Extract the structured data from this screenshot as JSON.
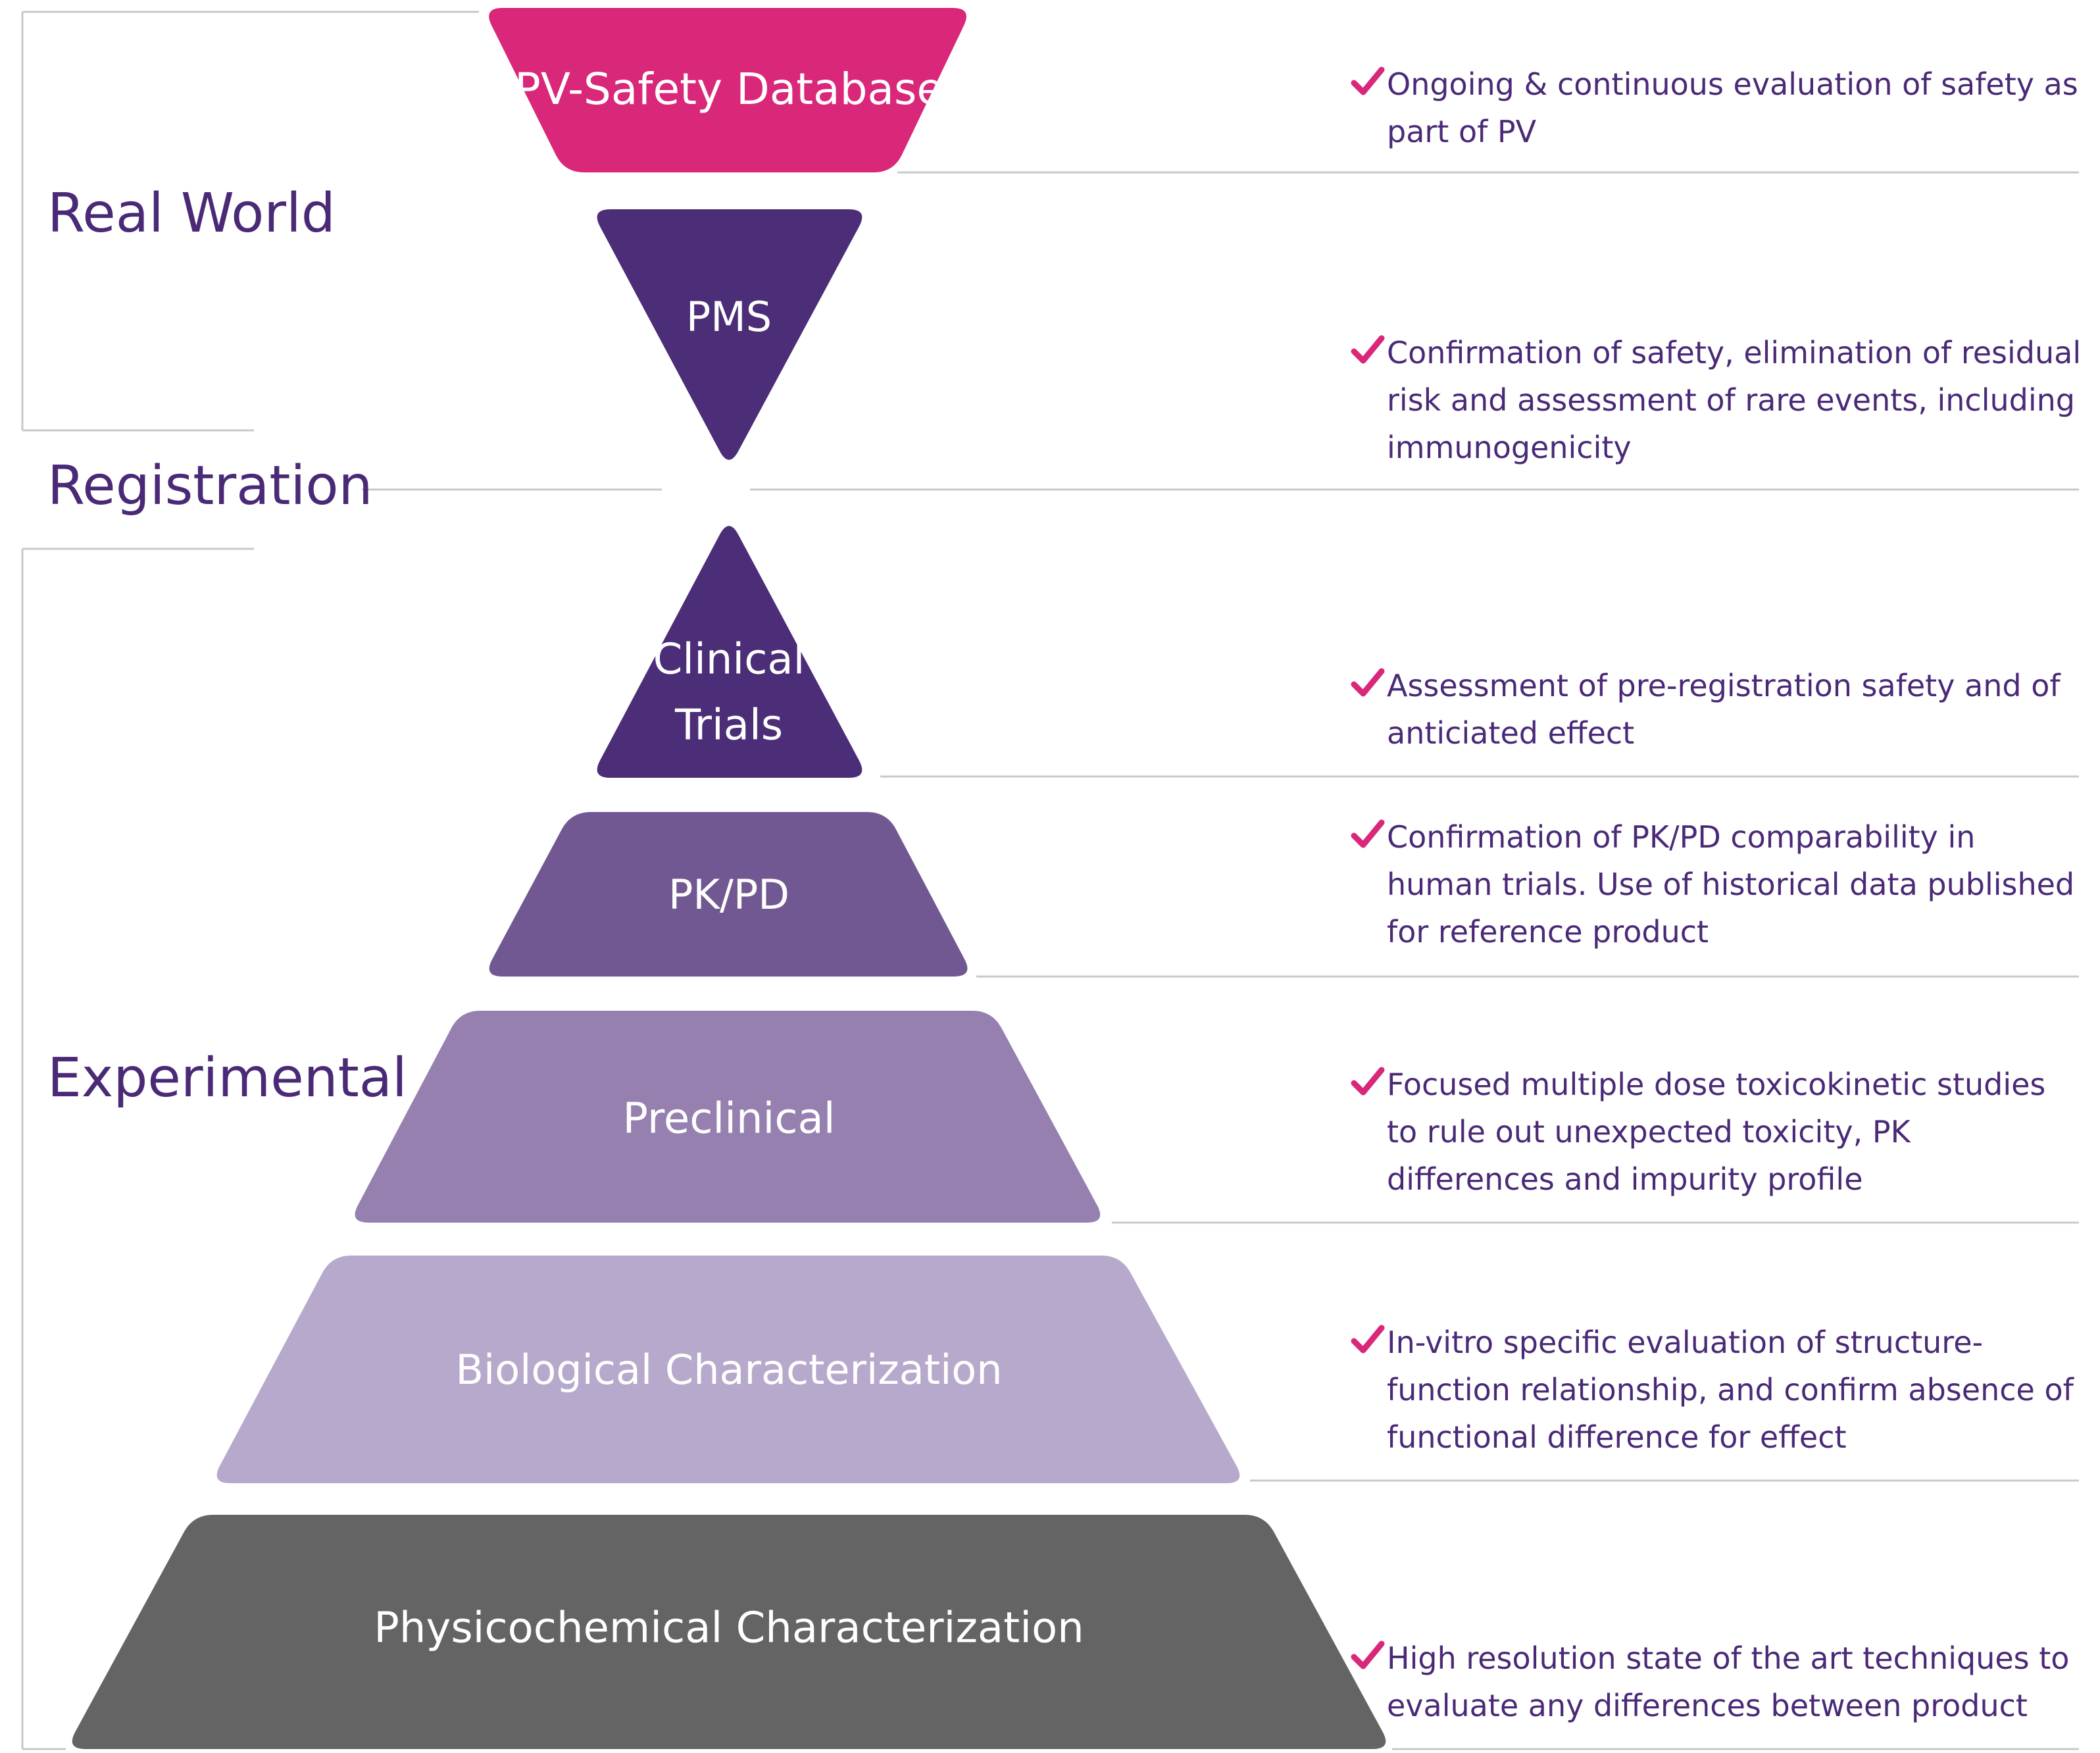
{
  "groups": {
    "real_world": "Real World",
    "registration": "Registration",
    "experimental": "Experimental"
  },
  "tiers": [
    {
      "key": "pv",
      "label_lines": [
        "PV-Safety Database"
      ],
      "color": "#d9277a",
      "shape": "inverted-trapezoid"
    },
    {
      "key": "pms",
      "label_lines": [
        "PMS"
      ],
      "color": "#4b2d78",
      "shape": "inverted-triangle"
    },
    {
      "key": "clinical",
      "label_lines": [
        "Clinical",
        "Trials"
      ],
      "color": "#4b2d78",
      "shape": "triangle"
    },
    {
      "key": "pkpd",
      "label_lines": [
        "PK/PD"
      ],
      "color": "#715893",
      "shape": "trapezoid"
    },
    {
      "key": "preclinical",
      "label_lines": [
        "Preclinical"
      ],
      "color": "#9580b0",
      "shape": "trapezoid"
    },
    {
      "key": "biological",
      "label_lines": [
        "Biological Characterization"
      ],
      "color": "#b6a9cb",
      "shape": "trapezoid"
    },
    {
      "key": "physicochemical",
      "label_lines": [
        "Physicochemical Characterization"
      ],
      "color": "#646464",
      "shape": "trapezoid"
    }
  ],
  "descriptions": [
    {
      "key": "pv",
      "icon": "check-icon",
      "text": "Ongoing & continuous evaluation of safety as part of PV"
    },
    {
      "key": "pms",
      "icon": "check-icon",
      "text": "Confirmation of safety, elimination of residual risk and assessment of rare events, including immunogenicity"
    },
    {
      "key": "clinical",
      "icon": "check-icon",
      "text": "Assessment of pre-registration safety and of anticiated effect"
    },
    {
      "key": "pkpd",
      "icon": "check-icon",
      "text": "Confirmation of PK/PD comparability in human trials. Use of historical data published for reference product"
    },
    {
      "key": "preclinical",
      "icon": "check-icon",
      "text": "Focused multiple dose toxicokinetic studies to rule out unexpected toxicity, PK differences and impurity profile"
    },
    {
      "key": "biological",
      "icon": "check-icon",
      "text": "In-vitro specific evaluation of structure-function relationship, and confirm absence of functional difference for effect"
    },
    {
      "key": "physicochemical",
      "icon": "check-icon",
      "text": "High resolution state of the art techniques to evaluate any differences between product"
    }
  ],
  "colors": {
    "accent_check": "#d9277a",
    "text": "#4a2a77",
    "rule": "#c8c8c8"
  }
}
